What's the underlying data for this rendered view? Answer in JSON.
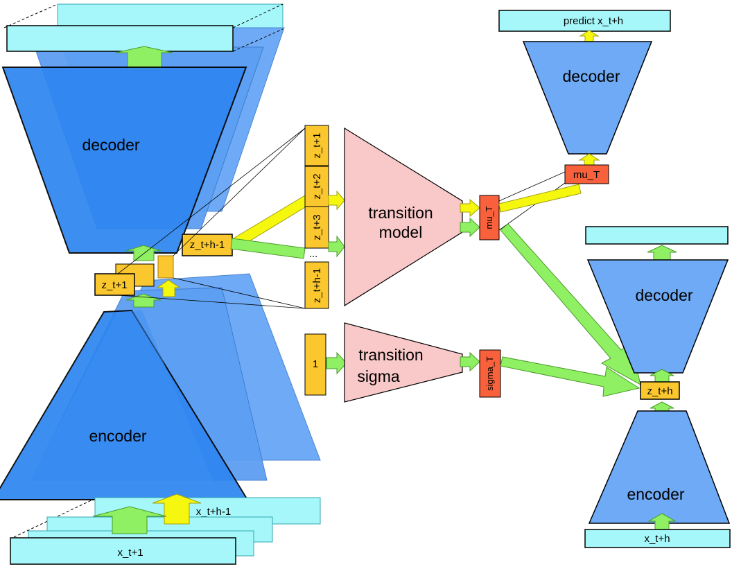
{
  "left_stack": {
    "decoder_label": "decoder",
    "encoder_label": "encoder",
    "latent_front": "z_t+1",
    "latent_side": "z_t+h-1",
    "input_front": "x_t+1",
    "input_back": "x_t+h-1"
  },
  "sequence": {
    "items": [
      "z_t+1",
      "z_t+2",
      "z_t+3",
      "z_t+h-1"
    ],
    "ellipsis": "..."
  },
  "transition_model": {
    "line1": "transition",
    "line2": "model",
    "output": "mu_T"
  },
  "transition_sigma": {
    "input": "1",
    "line1": "transition",
    "line2": "sigma",
    "output": "sigma_T"
  },
  "prediction": {
    "latent": "mu_T",
    "decoder_label": "decoder",
    "output_label": "predict x_t+h"
  },
  "target_stack": {
    "decoder_label": "decoder",
    "encoder_label": "encoder",
    "latent": "z_t+h",
    "input": "x_t+h"
  },
  "colors": {
    "network_dark": "#2f86f0",
    "network_light": "#6eaaf5",
    "data_bar": "#a6f7fa",
    "latent": "#fbc72f",
    "param": "#f8613b",
    "module": "#f9c8c8",
    "arrow_green": "#8ef062",
    "arrow_yellow": "#f6f70f"
  }
}
